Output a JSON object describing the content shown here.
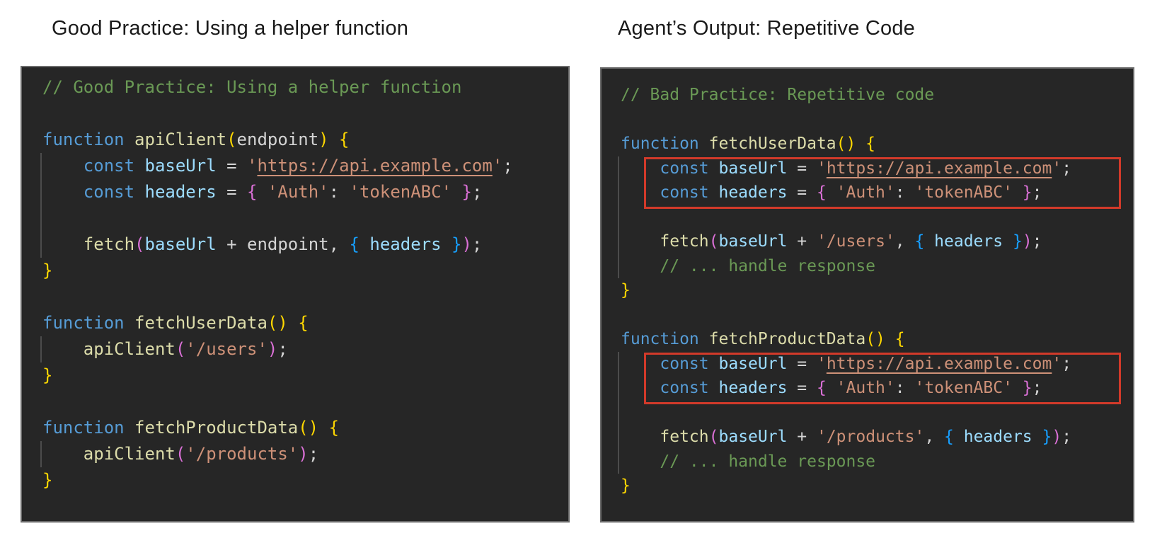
{
  "titles": {
    "left": "Good Practice: Using a helper function",
    "right": "Agent’s Output: Repetitive Code"
  },
  "colors": {
    "comment": "#6A9955",
    "keyword": "#569CD6",
    "func": "#DCDCAA",
    "variable": "#9CDCFE",
    "plain": "#D4D4D4",
    "string": "#CE9178",
    "b1": "#FFD700",
    "b2": "#DA70D6",
    "b3": "#179FFF",
    "panelbg": "#262626",
    "panelborder": "#6B6B6B",
    "guide": "#4C4C4C",
    "redbox": "#D23A2A",
    "title_text": "#1A1A1A"
  },
  "panels": {
    "left": {
      "lines": [
        [
          [
            "// Good Practice: Using a helper function",
            "comment"
          ]
        ],
        [],
        [
          [
            "function ",
            "keyword"
          ],
          [
            "apiClient",
            "func"
          ],
          [
            "(",
            "b1"
          ],
          [
            "endpoint",
            "plain"
          ],
          [
            ") {",
            "b1"
          ]
        ],
        [
          [
            "    ",
            "plain"
          ],
          [
            "const ",
            "keyword"
          ],
          [
            "baseUrl",
            "variable"
          ],
          [
            " = ",
            "plain"
          ],
          [
            "'",
            "string"
          ],
          [
            "https://api.example.com",
            "link"
          ],
          [
            "'",
            "string"
          ],
          [
            ";",
            "plain"
          ]
        ],
        [
          [
            "    ",
            "plain"
          ],
          [
            "const ",
            "keyword"
          ],
          [
            "headers",
            "variable"
          ],
          [
            " = ",
            "plain"
          ],
          [
            "{ ",
            "b2"
          ],
          [
            "'Auth'",
            "string"
          ],
          [
            ": ",
            "plain"
          ],
          [
            "'tokenABC'",
            "string"
          ],
          [
            " }",
            "b2"
          ],
          [
            ";",
            "plain"
          ]
        ],
        [],
        [
          [
            "    ",
            "plain"
          ],
          [
            "fetch",
            "func"
          ],
          [
            "(",
            "b2"
          ],
          [
            "baseUrl",
            "variable"
          ],
          [
            " + endpoint, ",
            "plain"
          ],
          [
            "{ ",
            "b3"
          ],
          [
            "headers",
            "variable"
          ],
          [
            " }",
            "b3"
          ],
          [
            ")",
            "b2"
          ],
          [
            ";",
            "plain"
          ]
        ],
        [
          [
            "}",
            "b1"
          ]
        ],
        [],
        [
          [
            "function ",
            "keyword"
          ],
          [
            "fetchUserData",
            "func"
          ],
          [
            "() {",
            "b1"
          ]
        ],
        [
          [
            "    ",
            "plain"
          ],
          [
            "apiClient",
            "func"
          ],
          [
            "(",
            "b2"
          ],
          [
            "'/users'",
            "string"
          ],
          [
            ")",
            "b2"
          ],
          [
            ";",
            "plain"
          ]
        ],
        [
          [
            "}",
            "b1"
          ]
        ],
        [],
        [
          [
            "function ",
            "keyword"
          ],
          [
            "fetchProductData",
            "func"
          ],
          [
            "() {",
            "b1"
          ]
        ],
        [
          [
            "    ",
            "plain"
          ],
          [
            "apiClient",
            "func"
          ],
          [
            "(",
            "b2"
          ],
          [
            "'/products'",
            "string"
          ],
          [
            ")",
            "b2"
          ],
          [
            ";",
            "plain"
          ]
        ],
        [
          [
            "}",
            "b1"
          ]
        ]
      ]
    },
    "right": {
      "repetition_boxes": [
        [
          3,
          4
        ],
        [
          11,
          12
        ]
      ],
      "lines": [
        [
          [
            "// Bad Practice: Repetitive code",
            "comment"
          ]
        ],
        [],
        [
          [
            "function ",
            "keyword"
          ],
          [
            "fetchUserData",
            "func"
          ],
          [
            "() {",
            "b1"
          ]
        ],
        [
          [
            "    ",
            "plain"
          ],
          [
            "const ",
            "keyword"
          ],
          [
            "baseUrl",
            "variable"
          ],
          [
            " = ",
            "plain"
          ],
          [
            "'",
            "string"
          ],
          [
            "https://api.example.com",
            "link"
          ],
          [
            "'",
            "string"
          ],
          [
            ";",
            "plain"
          ]
        ],
        [
          [
            "    ",
            "plain"
          ],
          [
            "const ",
            "keyword"
          ],
          [
            "headers",
            "variable"
          ],
          [
            " = ",
            "plain"
          ],
          [
            "{ ",
            "b2"
          ],
          [
            "'Auth'",
            "string"
          ],
          [
            ": ",
            "plain"
          ],
          [
            "'tokenABC'",
            "string"
          ],
          [
            " }",
            "b2"
          ],
          [
            ";",
            "plain"
          ]
        ],
        [],
        [
          [
            "    ",
            "plain"
          ],
          [
            "fetch",
            "func"
          ],
          [
            "(",
            "b2"
          ],
          [
            "baseUrl",
            "variable"
          ],
          [
            " + ",
            "plain"
          ],
          [
            "'/users'",
            "string"
          ],
          [
            ", ",
            "plain"
          ],
          [
            "{ ",
            "b3"
          ],
          [
            "headers",
            "variable"
          ],
          [
            " }",
            "b3"
          ],
          [
            ")",
            "b2"
          ],
          [
            ";",
            "plain"
          ]
        ],
        [
          [
            "    ",
            "plain"
          ],
          [
            "// ... handle response",
            "comment"
          ]
        ],
        [
          [
            "}",
            "b1"
          ]
        ],
        [],
        [
          [
            "function ",
            "keyword"
          ],
          [
            "fetchProductData",
            "func"
          ],
          [
            "() {",
            "b1"
          ]
        ],
        [
          [
            "    ",
            "plain"
          ],
          [
            "const ",
            "keyword"
          ],
          [
            "baseUrl",
            "variable"
          ],
          [
            " = ",
            "plain"
          ],
          [
            "'",
            "string"
          ],
          [
            "https://api.example.com",
            "link"
          ],
          [
            "'",
            "string"
          ],
          [
            ";",
            "plain"
          ]
        ],
        [
          [
            "    ",
            "plain"
          ],
          [
            "const ",
            "keyword"
          ],
          [
            "headers",
            "variable"
          ],
          [
            " = ",
            "plain"
          ],
          [
            "{ ",
            "b2"
          ],
          [
            "'Auth'",
            "string"
          ],
          [
            ": ",
            "plain"
          ],
          [
            "'tokenABC'",
            "string"
          ],
          [
            " }",
            "b2"
          ],
          [
            ";",
            "plain"
          ]
        ],
        [],
        [
          [
            "    ",
            "plain"
          ],
          [
            "fetch",
            "func"
          ],
          [
            "(",
            "b2"
          ],
          [
            "baseUrl",
            "variable"
          ],
          [
            " + ",
            "plain"
          ],
          [
            "'/products'",
            "string"
          ],
          [
            ", ",
            "plain"
          ],
          [
            "{ ",
            "b3"
          ],
          [
            "headers",
            "variable"
          ],
          [
            " }",
            "b3"
          ],
          [
            ")",
            "b2"
          ],
          [
            ";",
            "plain"
          ]
        ],
        [
          [
            "    ",
            "plain"
          ],
          [
            "// ... handle response",
            "comment"
          ]
        ],
        [
          [
            "}",
            "b1"
          ]
        ]
      ]
    }
  }
}
